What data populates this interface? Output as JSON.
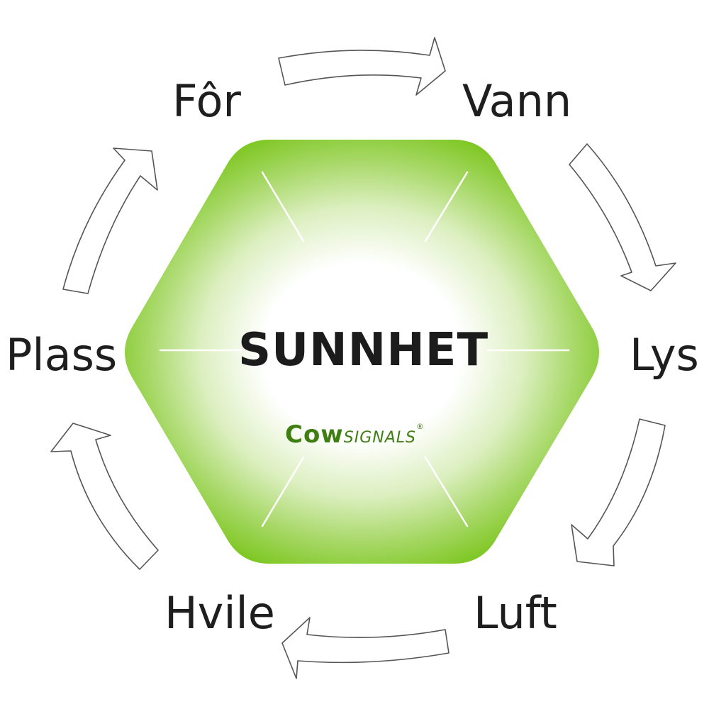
{
  "center": {
    "title": "SUNNHET"
  },
  "logo": {
    "brand_primary": "Cow",
    "brand_secondary": "SIGNALS",
    "registered_mark": "®"
  },
  "nodes": [
    {
      "id": "for",
      "label": "Fôr"
    },
    {
      "id": "vann",
      "label": "Vann"
    },
    {
      "id": "lys",
      "label": "Lys"
    },
    {
      "id": "luft",
      "label": "Luft"
    },
    {
      "id": "hvile",
      "label": "Hvile"
    },
    {
      "id": "plass",
      "label": "Plass"
    }
  ],
  "colors": {
    "hexagon_green": "#7cc61f",
    "hexagon_center": "#ffffff",
    "logo_green": "#3f7f12",
    "text": "#1e1e1e",
    "arrow_stroke": "#555555"
  }
}
